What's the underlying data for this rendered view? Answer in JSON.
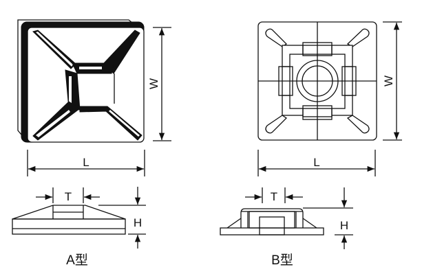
{
  "labels": {
    "width": "W",
    "length": "L",
    "thickness": "T",
    "height": "H",
    "type_a": "A型",
    "type_b": "B型"
  },
  "colors": {
    "line": "#111111",
    "background": "#ffffff"
  }
}
